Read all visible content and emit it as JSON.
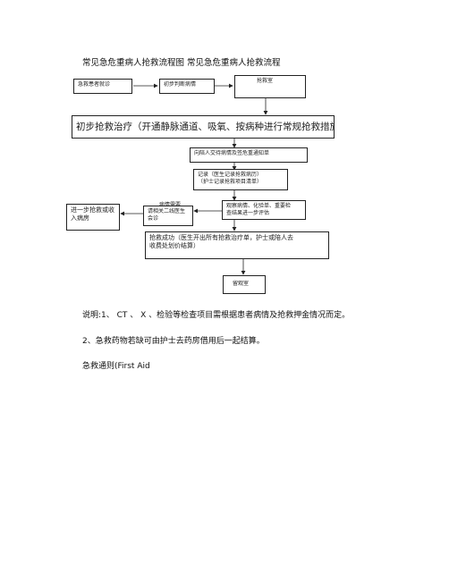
{
  "title": "常见急危重病人抢救流程图 常见急危重病人抢救流程",
  "flow": {
    "patient_visit": "急救患者就诊",
    "initial_judgment": "初步判断病情",
    "rescue_room": "抢救室",
    "initial_treatment": "初步抢救治疗（开通静脉通道、吸氧、按病种进行常规抢救措施等）",
    "notify": "向陪人交待病情及签危重通知单",
    "record_line1": "记录（医生记录抢救病历）",
    "record_line2": "（护士记录抢救项目清单）",
    "observe_line1": "观察病情、化验单、重要检",
    "observe_line2": "查结果进一步评估",
    "consult_note": "病情需要",
    "consult": "请相关二线医生会诊",
    "admit": "进一步抢救或收入病房",
    "success_line1": "抢救成功（医生开出所有抢救治疗单，护士或陪人去",
    "success_line2": "收费处划价结算）",
    "observation_room": "留观室"
  },
  "notes": {
    "note1": "说明:1、 CT 、 X 、检验等检查项目需根据患者病情及抢救押金情况而定。",
    "note2": "2、急救药物若缺可由护士去药房借用后一起结算。",
    "note3": "急救通则(First Aid"
  }
}
